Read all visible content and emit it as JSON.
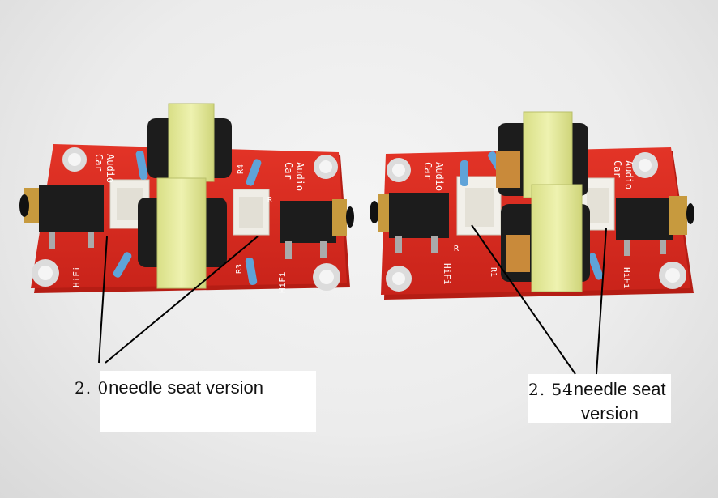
{
  "photo": {
    "subject": "two red car audio isolation transformer boards",
    "colors": {
      "pcb": "#d92a1f",
      "pcb_edge": "#b51d14",
      "transformer_core": "#e6ec9a",
      "transformer_coil": "#1c1c1c",
      "jack": "#1a1a1a",
      "connector": "#f2f0ea",
      "pad": "#d8d8d8",
      "silk": "#ffffff"
    },
    "board_left": {
      "silk_top": "Car\nAudio",
      "silk_right": "Car\nAudio",
      "silk_r4": "R4",
      "silk_r3": "R3",
      "silk_r": "R",
      "logo": "HiFi"
    },
    "board_right": {
      "silk_top": "Car\nAudio",
      "silk_right": "Car\nAudio",
      "silk_r1": "R1",
      "silk_r": "R",
      "logo": "HiFi"
    }
  },
  "annotations": {
    "left": {
      "number": "2. 0",
      "text": "needle seat version"
    },
    "right": {
      "number": "2. 54",
      "text_line1": "needle seat",
      "text_line2": "version"
    }
  }
}
